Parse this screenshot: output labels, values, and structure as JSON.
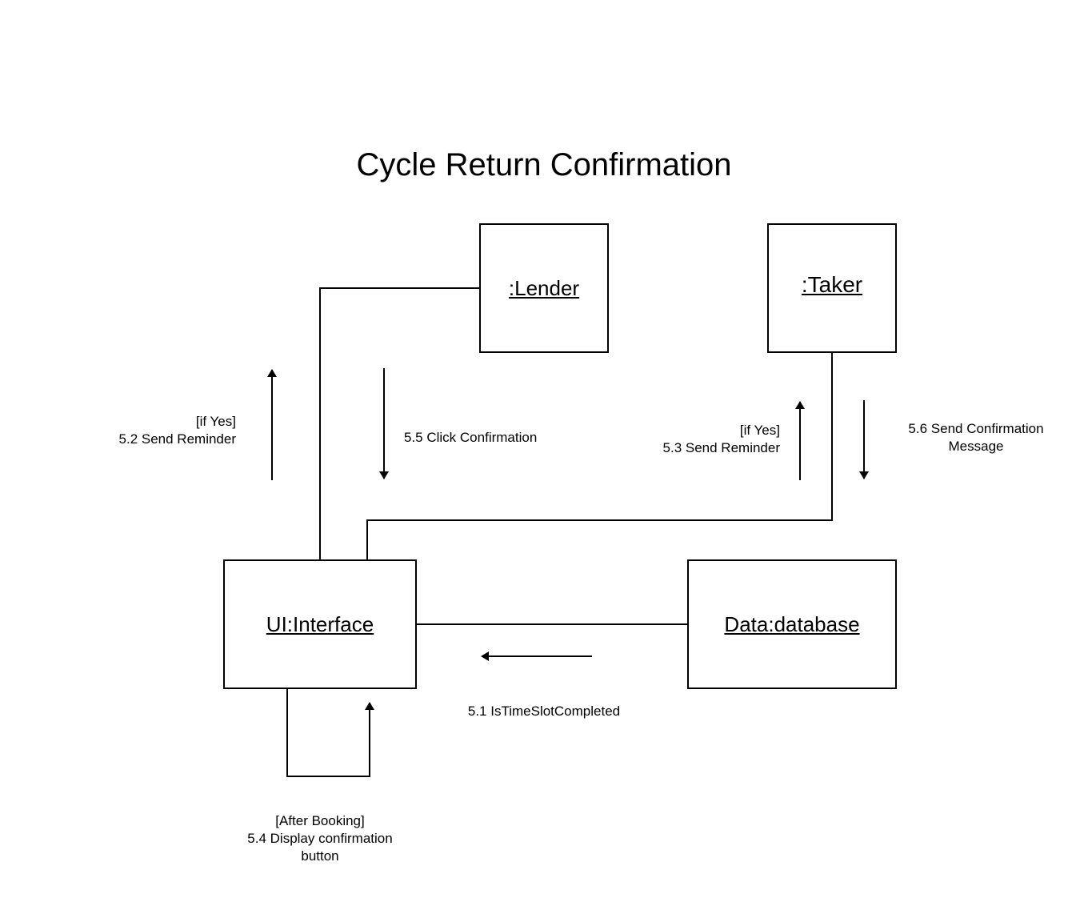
{
  "title": "Cycle Return Confirmation",
  "objects": {
    "lender": ":Lender",
    "taker": ":Taker",
    "ui": "UI:Interface",
    "database": "Data:database"
  },
  "messages": {
    "m5_1": {
      "line1": "5.1 IsTimeSlotCompleted"
    },
    "m5_2": {
      "guard": "[if Yes]",
      "line1": "5.2 Send Reminder"
    },
    "m5_3": {
      "guard": "[if Yes]",
      "line1": "5.3 Send Reminder"
    },
    "m5_4": {
      "guard": "[After Booking]",
      "line1": "5.4 Display confirmation",
      "line2": "button"
    },
    "m5_5": {
      "line1": "5.5 Click Confirmation"
    },
    "m5_6": {
      "line1": "5.6 Send Confirmation",
      "line2": "Message"
    }
  },
  "colors": {
    "stroke": "#000000",
    "background": "#ffffff"
  }
}
